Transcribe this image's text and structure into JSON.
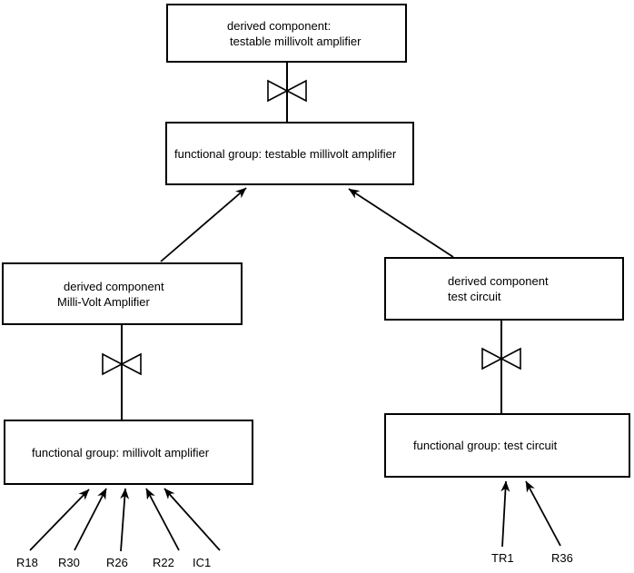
{
  "boxes": {
    "top": {
      "lines": [
        "derived component:",
        "testable millivolt amplifier"
      ]
    },
    "func_testable": {
      "label": "functional group: testable millivolt amplifier"
    },
    "derived_mv": {
      "lines": [
        "derived component",
        "Milli-Volt Amplifier"
      ]
    },
    "derived_test": {
      "lines": [
        "derived component",
        "test circuit"
      ]
    },
    "func_mv": {
      "label": "functional group: millivolt amplifier"
    },
    "func_test": {
      "label": "functional group: test circuit"
    }
  },
  "components_left": [
    "R18",
    "R30",
    "R26",
    "R22",
    "IC1"
  ],
  "components_right": [
    "TR1",
    "R36"
  ],
  "icons": {
    "bowtie": "decomposition-bowtie"
  },
  "colors": {
    "line": "#000000",
    "text": "#000000",
    "background": "#ffffff"
  }
}
